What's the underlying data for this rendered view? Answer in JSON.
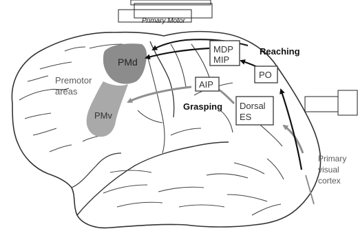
{
  "diagram": {
    "labels": {
      "primary_motor": "Primary Motor",
      "pmd": "PMd",
      "pmv": "PMv",
      "premotor_line1": "Premotor",
      "premotor_line2": "areas",
      "mdp": "MDP",
      "mip": "MIP",
      "po": "PO",
      "aip": "AIP",
      "dorsal": "Dorsal",
      "es": "ES",
      "reaching": "Reaching",
      "grasping": "Grasping",
      "primary_visual_line1": "Primary",
      "primary_visual_line2": "visual",
      "primary_visual_line3": "cortex"
    },
    "pathways": [
      {
        "name": "Reaching",
        "sequence": [
          "Primary visual cortex",
          "PO",
          "MDP MIP",
          "PMd"
        ],
        "color": "#111111"
      },
      {
        "name": "Grasping",
        "sequence": [
          "Primary visual cortex",
          "Dorsal ES",
          "AIP",
          "PMv"
        ],
        "color": "#8f8f8f"
      }
    ],
    "colors": {
      "outline": "#333333",
      "pmd_fill": "#8c8c8c",
      "pmv_fill": "#a9a9a9",
      "reaching_arrow": "#111111",
      "grasping_arrow": "#8f8f8f",
      "label_gray": "#5a5a5a"
    }
  }
}
